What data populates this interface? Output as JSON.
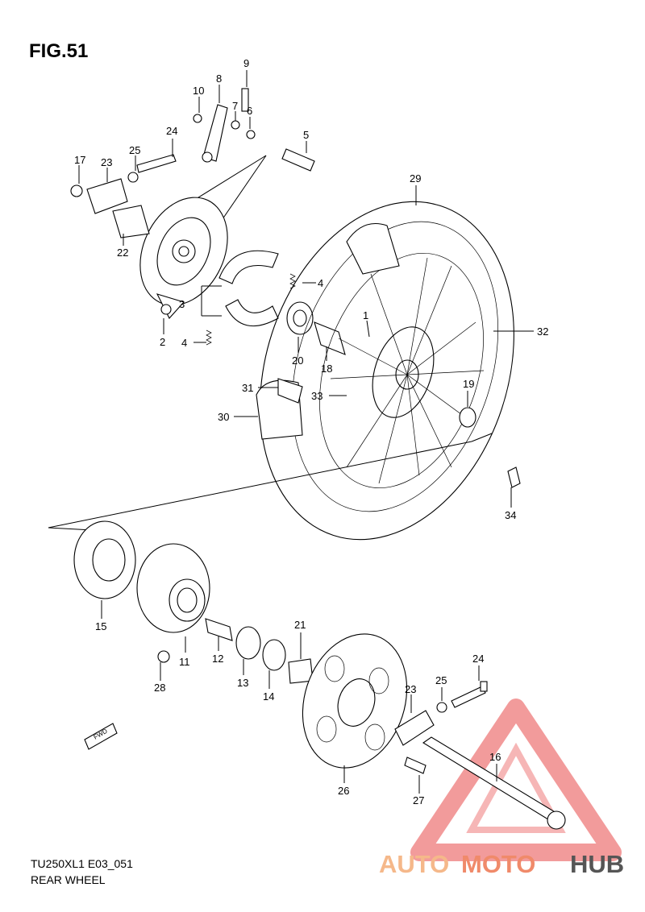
{
  "title": "FIG.51",
  "footer": {
    "code": "TU250XL1 E03_051",
    "name": "REAR WHEEL"
  },
  "callouts": [
    "1",
    "2",
    "3",
    "4",
    "4",
    "5",
    "6",
    "7",
    "8",
    "9",
    "10",
    "11",
    "12",
    "13",
    "14",
    "15",
    "16",
    "17",
    "18",
    "19",
    "20",
    "21",
    "22",
    "23",
    "23",
    "24",
    "24",
    "25",
    "25",
    "26",
    "27",
    "28",
    "29",
    "30",
    "31",
    "32",
    "33",
    "34"
  ],
  "fwd_marker": "FWD",
  "watermark": {
    "text_a": "AUTO",
    "text_b": "MOTO",
    "text_c": "HUB",
    "color_a": "#f5b88a",
    "color_b": "#f08a6a",
    "color_c": "#555555",
    "triangle_color": "#f08a8a"
  }
}
